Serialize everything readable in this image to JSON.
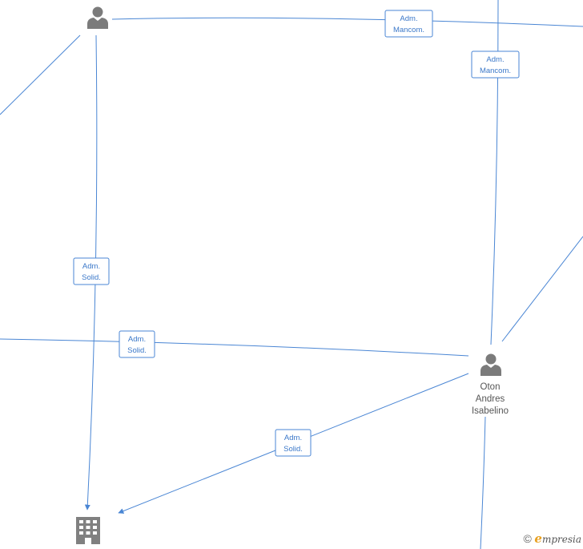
{
  "nodes": {
    "person_top": {
      "name_lines": []
    },
    "person_oton": {
      "name_lines": [
        "Oton",
        "Andres",
        "Isabelino"
      ]
    }
  },
  "edges": [
    {
      "id": "e1",
      "label_lines": [
        "Adm.",
        "Mancom."
      ]
    },
    {
      "id": "e2",
      "label_lines": [
        "Adm.",
        "Mancom."
      ]
    },
    {
      "id": "e3",
      "label_lines": [
        "Adm.",
        "Solid."
      ]
    },
    {
      "id": "e4",
      "label_lines": [
        "Adm.",
        "Solid."
      ]
    },
    {
      "id": "e5",
      "label_lines": [
        "Adm.",
        "Solid."
      ]
    }
  ],
  "footer": {
    "copyright_symbol": "©",
    "brand_initial": "e",
    "brand_rest": "mpresia"
  },
  "colors": {
    "edge": "#4a86d4",
    "icon": "#7b7b7b",
    "brand_accent": "#e8a020"
  }
}
